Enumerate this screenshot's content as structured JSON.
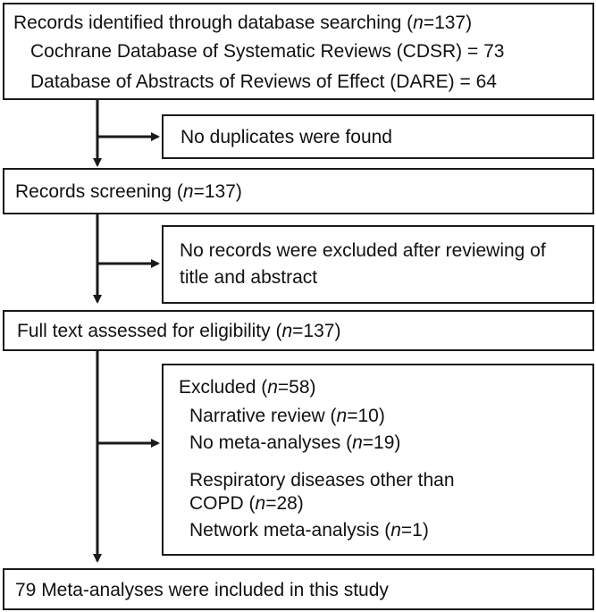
{
  "records_identified": {
    "label": "Records identified through database searching (",
    "n_italic": "n",
    "count": "=137)",
    "cdsr": "Cochrane Database of Systematic Reviews (CDSR) = 73",
    "dare": "Database of Abstracts of Reviews of Effect (DARE) = 64"
  },
  "duplicates_note": "No duplicates were found",
  "screening": {
    "label": "Records screening (",
    "n_italic": "n",
    "count": "=137)"
  },
  "screening_exclusion": {
    "line1": "No records were excluded after reviewing of",
    "line2": "title and abstract"
  },
  "full_text": {
    "label": "Full text assessed for eligibility (",
    "n_italic": "n",
    "count": "=137)"
  },
  "excluded": {
    "label": "Excluded (",
    "n_italic": "n",
    "count": "=58)",
    "reasons": [
      {
        "label": "Narrative review (",
        "n_italic": "n",
        "count": "=10)"
      },
      {
        "label": "No meta-analyses (",
        "n_italic": "n",
        "count": "=19)"
      },
      {
        "label": "Respiratory diseases other than",
        "label2": "COPD (",
        "n_italic": "n",
        "count": "=28)"
      },
      {
        "label": "Network meta-analysis (",
        "n_italic": "n",
        "count": "=1)"
      }
    ]
  },
  "included": "79 Meta-analyses were included in this study"
}
